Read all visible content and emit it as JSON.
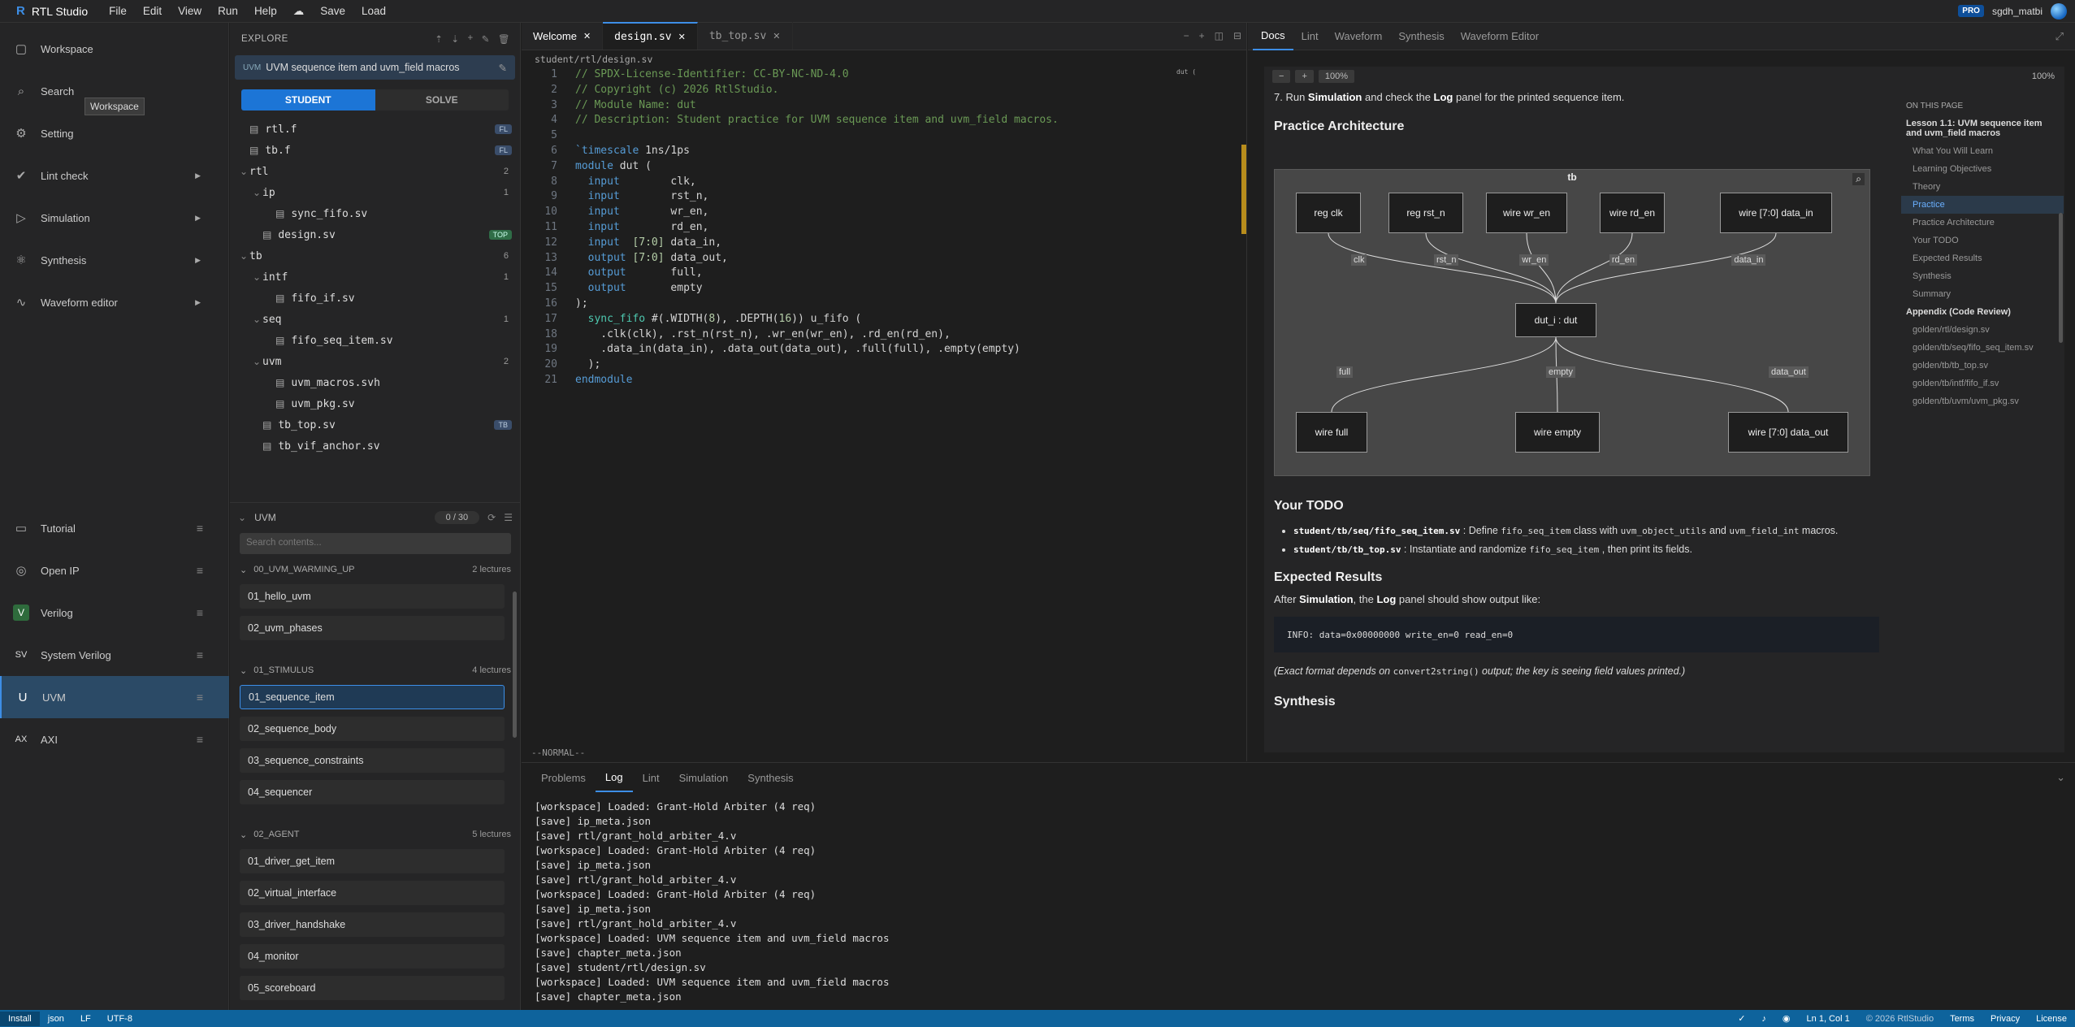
{
  "app": {
    "title": "RTL Studio",
    "menus": [
      "File",
      "Edit",
      "View",
      "Run",
      "Help"
    ],
    "save": "Save",
    "load": "Load",
    "plan": "PRO",
    "user": "sgdh_matbi"
  },
  "activity": {
    "items": [
      "Workspace",
      "Search",
      "Setting",
      "Lint check",
      "Simulation",
      "Synthesis",
      "Waveform editor"
    ],
    "tooltip": "Workspace",
    "courses": [
      {
        "badge": "",
        "label": "Tutorial"
      },
      {
        "badge": "",
        "label": "Open IP"
      },
      {
        "badge": "V",
        "label": "Verilog"
      },
      {
        "badge": "SV",
        "label": "System Verilog"
      },
      {
        "badge": "U",
        "label": "UVM"
      },
      {
        "badge": "AX",
        "label": "AXI"
      }
    ]
  },
  "explorer": {
    "header": "EXPLORE",
    "lesson_tag": "UVM",
    "lesson_title": "UVM sequence item and uvm_field macros",
    "student": "STUDENT",
    "solve": "SOLVE",
    "tree": [
      {
        "name": "rtl.f",
        "depth": 0,
        "type": "file",
        "tag": "FL"
      },
      {
        "name": "tb.f",
        "depth": 0,
        "type": "file",
        "tag": "FL"
      },
      {
        "name": "rtl",
        "depth": 0,
        "type": "dir",
        "count": "2"
      },
      {
        "name": "ip",
        "depth": 1,
        "type": "dir",
        "count": "1"
      },
      {
        "name": "sync_fifo.sv",
        "depth": 2,
        "type": "file"
      },
      {
        "name": "design.sv",
        "depth": 1,
        "type": "file",
        "tag": "TOP"
      },
      {
        "name": "tb",
        "depth": 0,
        "type": "dir",
        "count": "6"
      },
      {
        "name": "intf",
        "depth": 1,
        "type": "dir",
        "count": "1"
      },
      {
        "name": "fifo_if.sv",
        "depth": 2,
        "type": "file"
      },
      {
        "name": "seq",
        "depth": 1,
        "type": "dir",
        "count": "1"
      },
      {
        "name": "fifo_seq_item.sv",
        "depth": 2,
        "type": "file"
      },
      {
        "name": "uvm",
        "depth": 1,
        "type": "dir",
        "count": "2"
      },
      {
        "name": "uvm_macros.svh",
        "depth": 2,
        "type": "file"
      },
      {
        "name": "uvm_pkg.sv",
        "depth": 2,
        "type": "file"
      },
      {
        "name": "tb_top.sv",
        "depth": 1,
        "type": "file",
        "tag": "TB"
      },
      {
        "name": "tb_vif_anchor.sv",
        "depth": 1,
        "type": "file"
      }
    ]
  },
  "course": {
    "title": "UVM",
    "progress": "0 / 30",
    "search_placeholder": "Search contents...",
    "sections": [
      {
        "name": "00_UVM_WARMING_UP",
        "count": "2 lectures",
        "lectures": [
          "01_hello_uvm",
          "02_uvm_phases"
        ]
      },
      {
        "name": "01_STIMULUS",
        "count": "4 lectures",
        "lectures": [
          "01_sequence_item",
          "02_sequence_body",
          "03_sequence_constraints",
          "04_sequencer"
        ]
      },
      {
        "name": "02_AGENT",
        "count": "5 lectures",
        "lectures": [
          "01_driver_get_item",
          "02_virtual_interface",
          "03_driver_handshake",
          "04_monitor",
          "05_scoreboard"
        ]
      }
    ]
  },
  "editor": {
    "tabs": [
      "Welcome",
      "design.sv",
      "tb_top.sv"
    ],
    "path": "student/rtl/design.sv",
    "mode": "--NORMAL--",
    "minimap": "dut (",
    "lines": [
      "// SPDX-License-Identifier: CC-BY-NC-ND-4.0",
      "// Copyright (c) 2026 RtlStudio.",
      "// Module Name: dut",
      "// Description: Student practice for UVM sequence item and uvm_field macros.",
      "",
      "`timescale 1ns/1ps",
      "module dut (",
      "  input        clk,",
      "  input        rst_n,",
      "  input        wr_en,",
      "  input        rd_en,",
      "  input  [7:0] data_in,",
      "  output [7:0] data_out,",
      "  output       full,",
      "  output       empty",
      ");",
      "  sync_fifo #(.WIDTH(8), .DEPTH(16)) u_fifo (",
      "    .clk(clk), .rst_n(rst_n), .wr_en(wr_en), .rd_en(rd_en),",
      "    .data_in(data_in), .data_out(data_out), .full(full), .empty(empty)",
      "  );",
      "endmodule"
    ]
  },
  "docs": {
    "tabs": [
      "Docs",
      "Lint",
      "Waveform",
      "Synthesis",
      "Waveform Editor"
    ],
    "zoom": "100%",
    "zoom_right": "100%",
    "step7": {
      "pre": "7. Run ",
      "b1": "Simulation",
      "mid": " and check the ",
      "b2": "Log",
      "post": " panel for the printed sequence item."
    },
    "practice_title": "Practice Architecture",
    "diagram": {
      "title": "tb",
      "inputs": [
        "reg clk",
        "reg rst_n",
        "wire wr_en",
        "wire rd_en",
        "wire [7:0] data_in"
      ],
      "in_labels": [
        "clk",
        "rst_n",
        "wr_en",
        "rd_en",
        "data_in"
      ],
      "center": "dut_i : dut",
      "outputs": [
        "wire full",
        "wire empty",
        "wire [7:0] data_out"
      ],
      "out_labels": [
        "full",
        "empty",
        "data_out"
      ]
    },
    "todo_title": "Your TODO",
    "todo": [
      {
        "path": "student/tb/seq/fifo_seq_item.sv",
        "t1": " : Define ",
        "c1": "fifo_seq_item",
        "t2": " class with ",
        "c2": "uvm_object_utils",
        "t3": " and ",
        "c3": "uvm_field_int",
        "t4": " macros."
      },
      {
        "path": "student/tb/tb_top.sv",
        "t1": " : Instantiate and randomize ",
        "c1": "fifo_seq_item",
        "t2": " , then print its fields."
      }
    ],
    "expected_title": "Expected Results",
    "expected": {
      "pre": "After ",
      "b1": "Simulation",
      "mid": ", the ",
      "b2": "Log",
      "post": " panel should show output like:"
    },
    "output_code": "INFO: data=0x00000000 write_en=0 read_en=0",
    "note": {
      "pre": "(Exact format depends on ",
      "code": "convert2string()",
      "post": " output; the key is seeing field values printed.)"
    },
    "synthesis_title": "Synthesis",
    "toc_header": "ON THIS PAGE",
    "toc": [
      "Lesson 1.1: UVM sequence item and uvm_field macros",
      "What You Will Learn",
      "Learning Objectives",
      "Theory",
      "Practice",
      "Practice Architecture",
      "Your TODO",
      "Expected Results",
      "Synthesis",
      "Summary",
      "Appendix (Code Review)",
      "golden/rtl/design.sv",
      "golden/tb/seq/fifo_seq_item.sv",
      "golden/tb/tb_top.sv",
      "golden/tb/intf/fifo_if.sv",
      "golden/tb/uvm/uvm_pkg.sv"
    ]
  },
  "panel": {
    "tabs": [
      "Problems",
      "Log",
      "Lint",
      "Simulation",
      "Synthesis"
    ],
    "log": [
      "[workspace] Loaded: Grant-Hold Arbiter (4 req)",
      "[save] ip_meta.json",
      "[save] rtl/grant_hold_arbiter_4.v",
      "[workspace] Loaded: Grant-Hold Arbiter (4 req)",
      "[save] ip_meta.json",
      "[save] rtl/grant_hold_arbiter_4.v",
      "[workspace] Loaded: Grant-Hold Arbiter (4 req)",
      "[save] ip_meta.json",
      "[save] rtl/grant_hold_arbiter_4.v",
      "[workspace] Loaded: UVM sequence item and uvm_field macros",
      "[save] chapter_meta.json",
      "[save] student/rtl/design.sv",
      "[workspace] Loaded: UVM sequence item and uvm_field macros",
      "[save] chapter_meta.json"
    ]
  },
  "status": {
    "install": "Install",
    "lang": "json",
    "eol": "LF",
    "enc": "UTF-8",
    "pos": "Ln 1, Col 1",
    "copy": "© 2026 RtlStudio",
    "links": [
      "Terms",
      "Privacy",
      "License"
    ]
  }
}
